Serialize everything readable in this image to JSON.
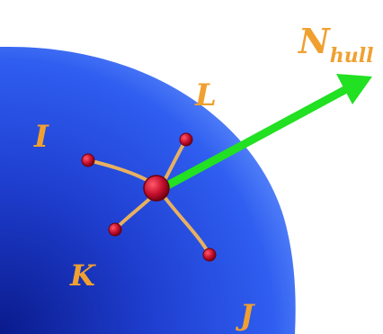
{
  "labels": {
    "i": "I",
    "j": "J",
    "k": "K",
    "l": "L",
    "normal_main": "N",
    "normal_sub": "hull"
  },
  "colors": {
    "hull_light": "#5c8cff",
    "hull_mid": "#2a55e6",
    "hull_dark": "#0a1a8c",
    "curve": "#e8b060",
    "node": "#c8102e",
    "node_dark": "#6a0010",
    "arrow": "#22e022",
    "label": "#f0a030"
  }
}
